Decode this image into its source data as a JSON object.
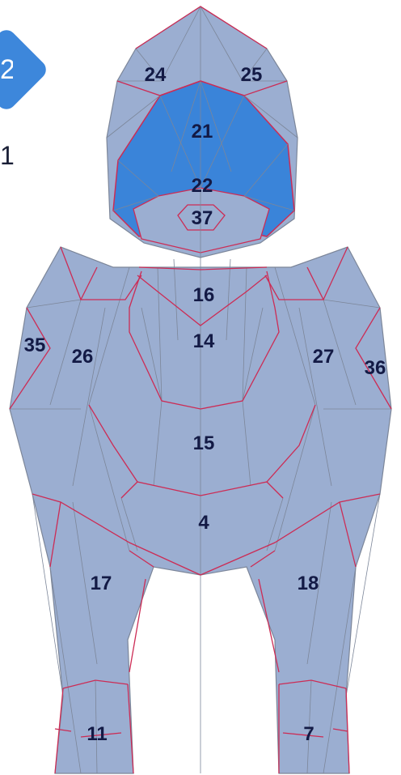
{
  "step_badge": {
    "number": "2",
    "color": "#3d87db"
  },
  "step_number": "1",
  "colors": {
    "panel_fill": "#9baed1",
    "panel_selected": "#3a84d9",
    "mesh_line": "#7c8699",
    "seam_line": "#cc2c55",
    "label": "#131a45"
  },
  "parts": [
    {
      "id": "24",
      "label": "24",
      "selected": false
    },
    {
      "id": "25",
      "label": "25",
      "selected": false
    },
    {
      "id": "21",
      "label": "21",
      "selected": true
    },
    {
      "id": "22",
      "label": "22",
      "selected": false
    },
    {
      "id": "37",
      "label": "37",
      "selected": false
    },
    {
      "id": "16",
      "label": "16",
      "selected": false
    },
    {
      "id": "14",
      "label": "14",
      "selected": false
    },
    {
      "id": "15",
      "label": "15",
      "selected": false
    },
    {
      "id": "4",
      "label": "4",
      "selected": false
    },
    {
      "id": "26",
      "label": "26",
      "selected": false
    },
    {
      "id": "27",
      "label": "27",
      "selected": false
    },
    {
      "id": "35",
      "label": "35",
      "selected": false
    },
    {
      "id": "36",
      "label": "36",
      "selected": false
    },
    {
      "id": "17",
      "label": "17",
      "selected": false
    },
    {
      "id": "18",
      "label": "18",
      "selected": false
    },
    {
      "id": "11",
      "label": "11",
      "selected": false
    },
    {
      "id": "7",
      "label": "7",
      "selected": false
    }
  ]
}
